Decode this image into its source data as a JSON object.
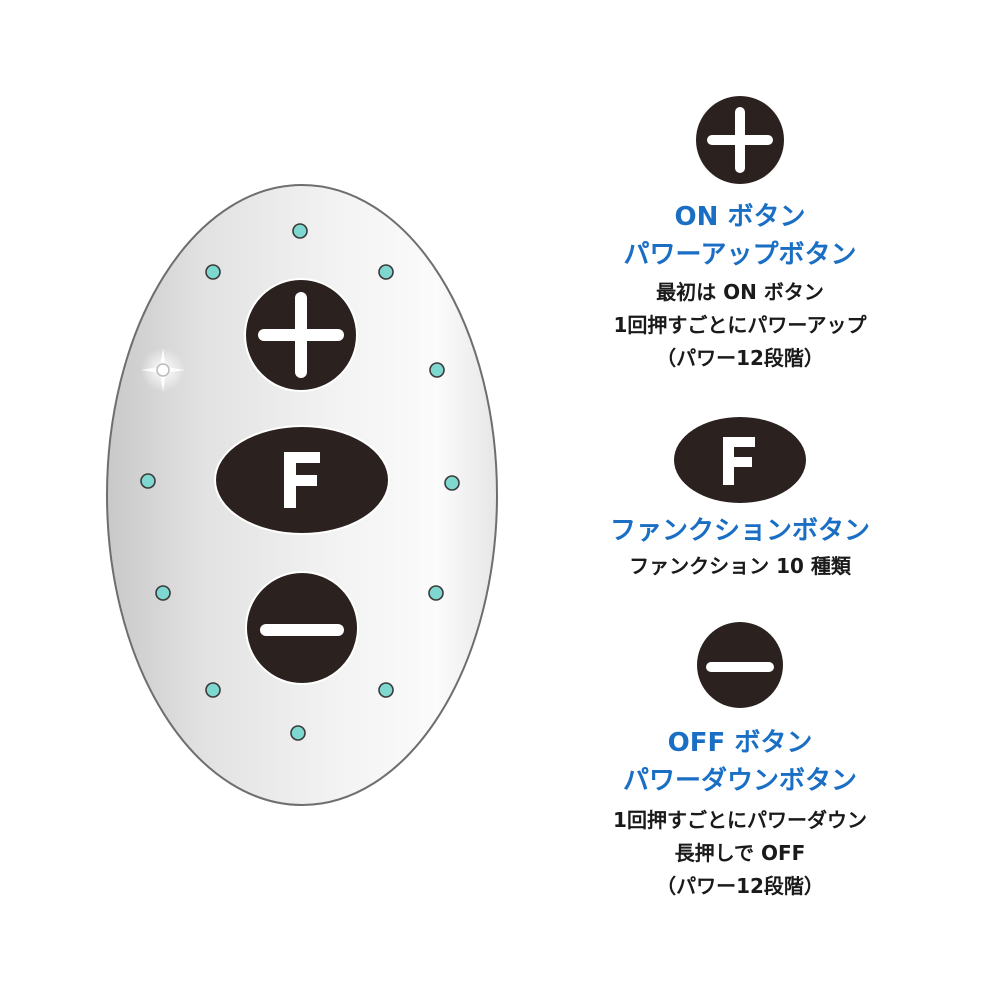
{
  "colors": {
    "button_fill": "#2b2220",
    "title_blue": "#1a6fc4",
    "text_dark": "#1a1a1a",
    "dot_teal": "#7fd8d0",
    "egg_light": "#f4f4f4",
    "egg_dark": "#c8c8c8"
  },
  "remote": {
    "buttons": [
      {
        "id": "plus",
        "glyph": "+"
      },
      {
        "id": "function",
        "glyph": "F"
      },
      {
        "id": "minus",
        "glyph": "−"
      }
    ],
    "indicator_dots_count": 11
  },
  "legend": {
    "on": {
      "icon": "plus-icon",
      "title_line1": "ON ボタン",
      "title_line2": "パワーアップボタン",
      "desc_line1": "最初は ON ボタン",
      "desc_line2": "1回押すごとにパワーアップ",
      "desc_line3": "（パワー12段階）"
    },
    "function": {
      "icon": "f-letter-icon",
      "glyph": "F",
      "title_line1": "ファンクションボタン",
      "desc_line1": "ファンクション 10 種類"
    },
    "off": {
      "icon": "minus-icon",
      "title_line1": "OFF ボタン",
      "title_line2": "パワーダウンボタン",
      "desc_line1": "1回押すごとにパワーダウン",
      "desc_line2": "長押しで OFF",
      "desc_line3": "（パワー12段階）"
    }
  }
}
